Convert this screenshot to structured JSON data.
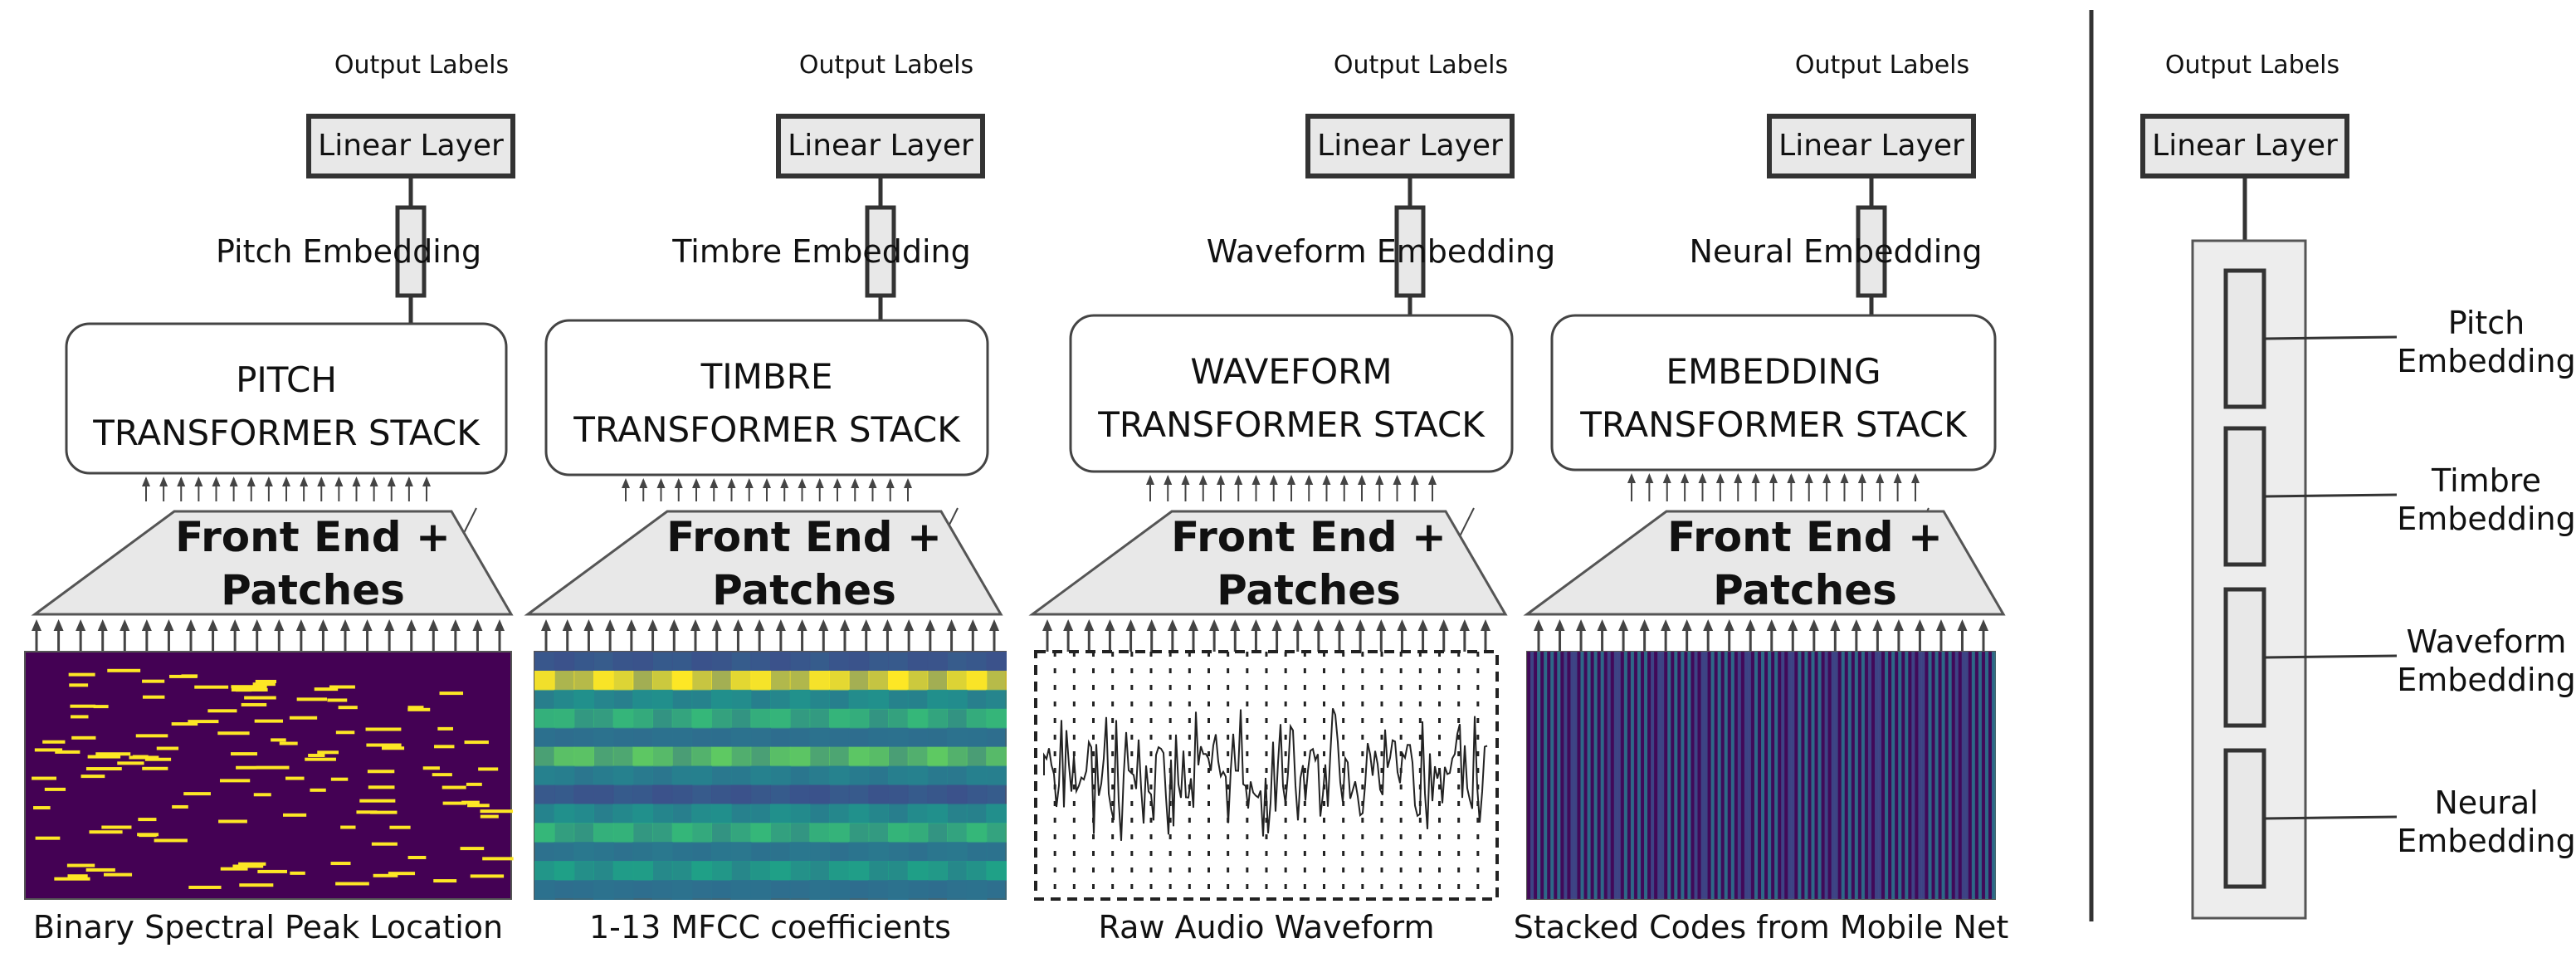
{
  "columns": [
    {
      "id": "pitch",
      "output_label": "Output Labels",
      "linear_label": "Linear Layer",
      "embedding_label": "Pitch Embedding",
      "stack_line1": "PITCH",
      "stack_line2": "TRANSFORMER STACK",
      "front_end_line1": "Front End +",
      "front_end_line2": "Patches",
      "input_caption": "Binary Spectral Peak Location"
    },
    {
      "id": "timbre",
      "output_label": "Output Labels",
      "linear_label": "Linear Layer",
      "embedding_label": "Timbre Embedding",
      "stack_line1": "TIMBRE",
      "stack_line2": "TRANSFORMER STACK",
      "front_end_line1": "Front End +",
      "front_end_line2": "Patches",
      "input_caption": "1-13 MFCC coefficients"
    },
    {
      "id": "waveform",
      "output_label": "Output Labels",
      "linear_label": "Linear Layer",
      "embedding_label": "Waveform Embedding",
      "stack_line1": "WAVEFORM",
      "stack_line2": "TRANSFORMER STACK",
      "front_end_line1": "Front End +",
      "front_end_line2": "Patches",
      "input_caption": "Raw Audio Waveform"
    },
    {
      "id": "neural",
      "output_label": "Output Labels",
      "linear_label": "Linear Layer",
      "embedding_label": "Neural Embedding",
      "stack_line1": "EMBEDDING",
      "stack_line2": "TRANSFORMER STACK",
      "front_end_line1": "Front End +",
      "front_end_line2": "Patches",
      "input_caption": "Stacked Codes from Mobile Net"
    }
  ],
  "combined": {
    "output_label": "Output Labels",
    "linear_label": "Linear Layer",
    "embeddings": [
      {
        "line1": "Pitch",
        "line2": "Embedding"
      },
      {
        "line1": "Timbre",
        "line2": "Embedding"
      },
      {
        "line1": "Waveform",
        "line2": "Embedding"
      },
      {
        "line1": "Neural",
        "line2": "Embedding"
      }
    ]
  },
  "colors": {
    "box_fill": "#e8e8e8",
    "stroke": "#333333",
    "viridis_dark": "#440154",
    "viridis_yellow": "#fde725",
    "viridis_teal": "#21918c",
    "viridis_green": "#5ec962"
  }
}
